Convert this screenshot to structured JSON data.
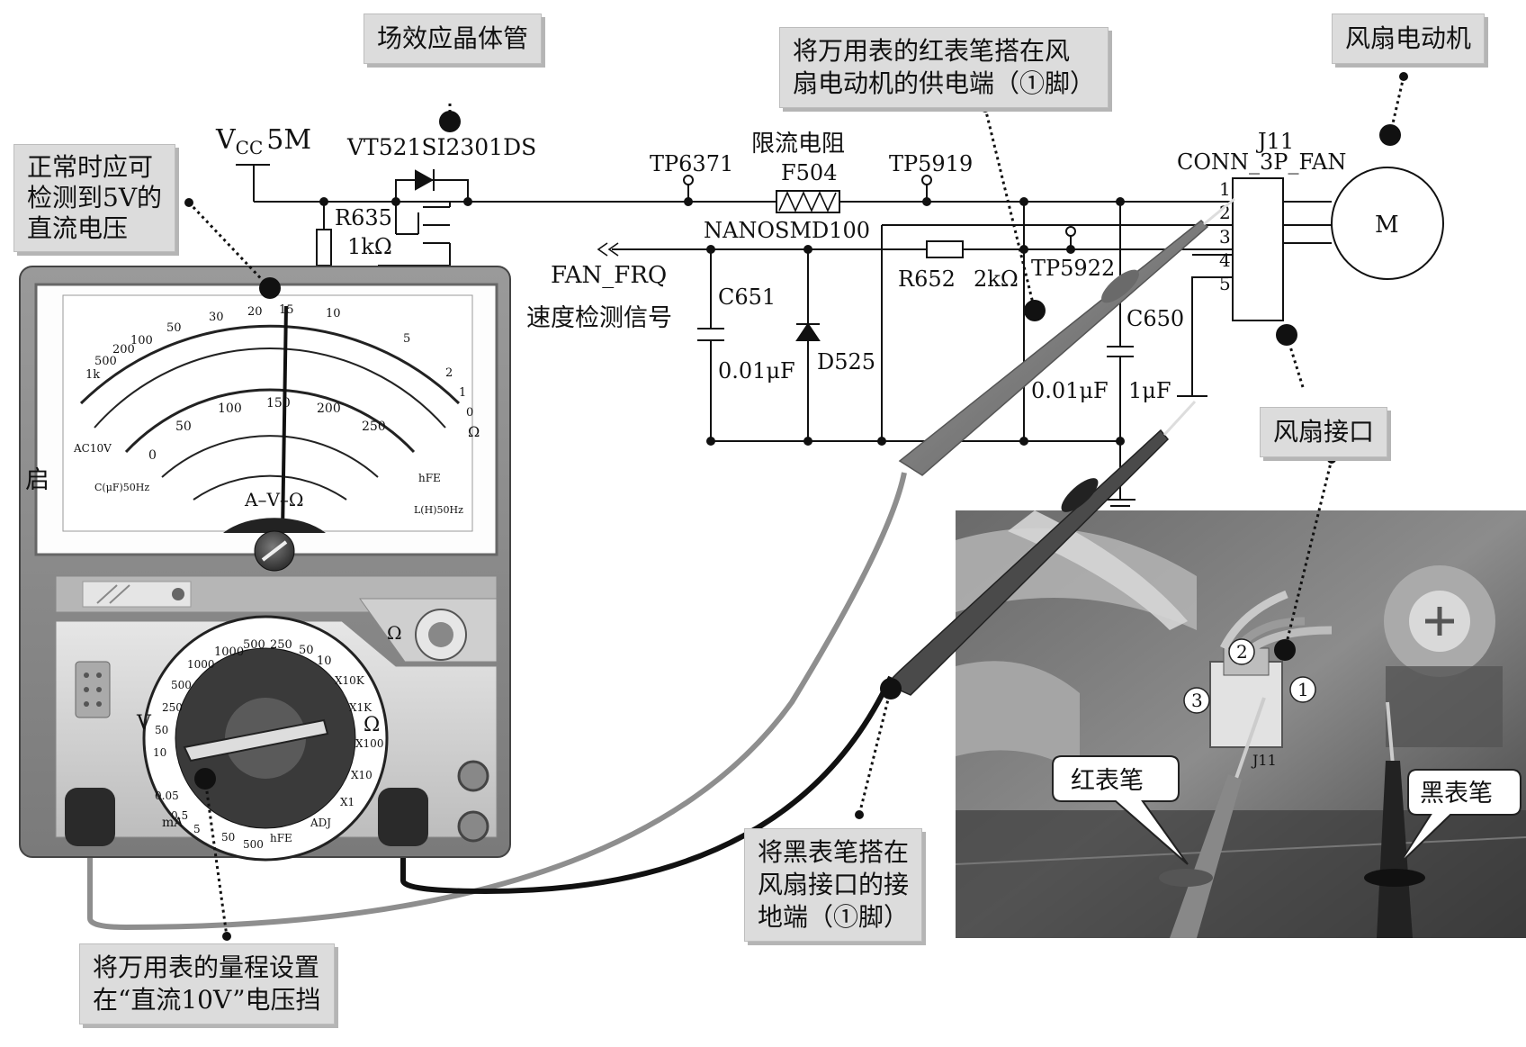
{
  "callouts": {
    "fet": "场效应晶体管",
    "probe_red_line1": "将万用表的红表笔搭在风",
    "probe_red_line2": "扇电动机的供电端（①脚）",
    "motor": "风扇电动机",
    "normal_line1": "正常时应可",
    "normal_line2": "检测到5V的",
    "normal_line3": "直流电压",
    "fan_port": "风扇接口",
    "black_line1": "将黑表笔搭在",
    "black_line2": "风扇接口的接",
    "black_line3": "地端（①脚）",
    "range_line1": "将万用表的量程设置",
    "range_line2": "在“直流10V”电压挡"
  },
  "schematic": {
    "vcc_v": "V",
    "vcc_sub": "CC",
    "vcc_rest": "5M",
    "fet_label": "VT521SI2301DS",
    "r635": "R635",
    "r635_val": "1kΩ",
    "tp6371": "TP6371",
    "fuse_title": "限流电阻",
    "f504": "F504",
    "nanosmd": "NANOSMD100",
    "tp5919": "TP5919",
    "fan_frq": "FAN_FRQ",
    "speed_signal": "速度检测信号",
    "c651": "C651",
    "c651_val": "0.01μF",
    "d525": "D525",
    "r652": "R652",
    "r652_val": "2kΩ",
    "tp5922": "TP5922",
    "c650": "C650",
    "c_val1": "0.01μF",
    "c_val2": "1μF",
    "j11": "J11",
    "conn": "CONN_3P_FAN",
    "pins": [
      "1",
      "2",
      "3",
      "4",
      "5"
    ],
    "motor_m": "M"
  },
  "meter": {
    "partial_text": "启",
    "scale_ohm_top": [
      "1k",
      "500",
      "200",
      "100",
      "50",
      "30",
      "20",
      "15",
      "10",
      "5",
      "2",
      "1",
      "0"
    ],
    "scale_dcv": [
      "0",
      "50",
      "100",
      "150",
      "200",
      "250"
    ],
    "unit_omega": "Ω",
    "unit_v": "V",
    "unit_ma": "mA",
    "avo": "A–V–Ω",
    "ac10v": "AC10V",
    "cap_label": "C(μF)50Hz",
    "ind_label": "L(H)50Hz",
    "hfe": "hFE",
    "dial_dcv": [
      "1000",
      "500",
      "250",
      "50",
      "10"
    ],
    "dial_ohm": [
      "X10K",
      "X1K",
      "X100",
      "X10",
      "X1"
    ],
    "dial_ma": [
      "0.05",
      "0.5",
      "5",
      "50",
      "500"
    ],
    "dial_acv": [
      "10",
      "50",
      "250",
      "500",
      "1000"
    ],
    "adj": "ADJ",
    "dial_hfe": "hFE"
  },
  "photo": {
    "pin1": "1",
    "pin2": "2",
    "pin3": "3",
    "red_probe": "红表笔",
    "black_probe": "黑表笔",
    "board_label": "J11"
  }
}
